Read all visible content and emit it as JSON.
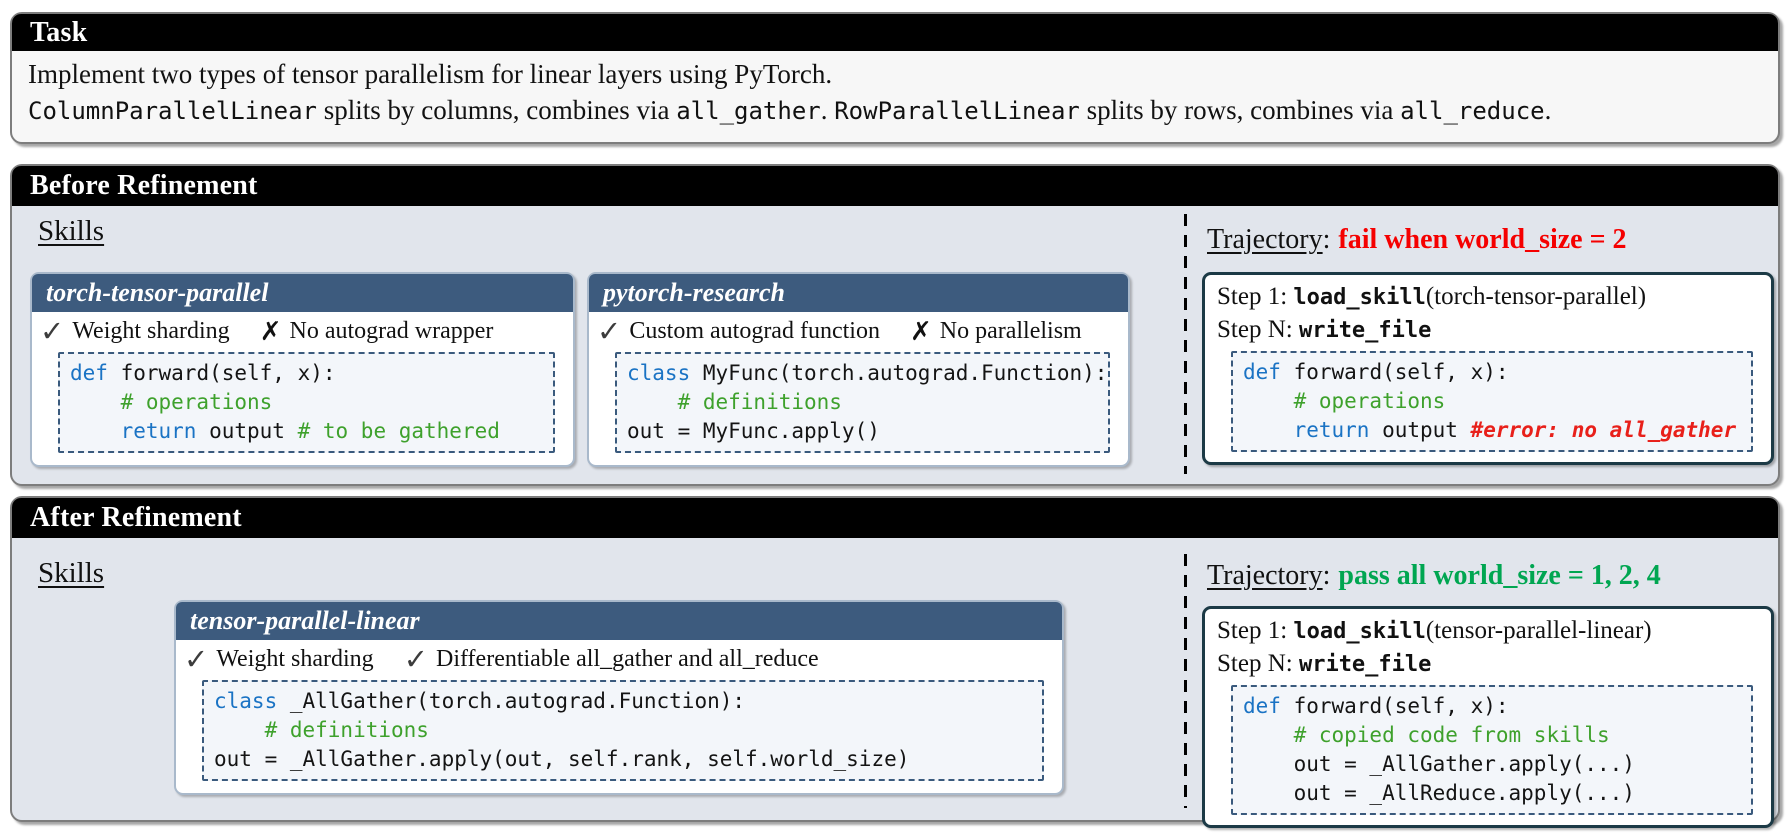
{
  "icons": {
    "check": "✓",
    "cross": "✗"
  },
  "colors": {
    "skill_header_bg": "#3d5b7e",
    "section_bg": "#e1e5ec",
    "keyword_blue": "#1a73c4",
    "comment_green": "#3ea12c",
    "error_red": "#e8201a",
    "fail_red": "#f50000",
    "pass_green": "#00a651"
  },
  "task": {
    "header": "Task",
    "line1": "Implement two types of tensor parallelism for linear layers using PyTorch.",
    "line2": [
      {
        "t": "ColumnParallelLinear",
        "c": "mono"
      },
      {
        "t": " splits by columns, combines via "
      },
      {
        "t": "all_gather",
        "c": "mono"
      },
      {
        "t": ". "
      },
      {
        "t": "RowParallelLinear",
        "c": "mono"
      },
      {
        "t": " splits by rows, combines via "
      },
      {
        "t": "all_reduce",
        "c": "mono"
      },
      {
        "t": "."
      }
    ]
  },
  "before": {
    "header": "Before Refinement",
    "skills_label": "Skills",
    "cards": [
      {
        "title": "torch-tensor-parallel",
        "ticks": [
          {
            "icon": "check",
            "label": "Weight sharding"
          },
          {
            "icon": "cross",
            "label": "No autograd wrapper"
          }
        ],
        "code": [
          [
            {
              "t": "def",
              "c": "kw"
            },
            {
              "t": " forward(self, x):"
            }
          ],
          [
            {
              "t": "    "
            },
            {
              "t": "# operations",
              "c": "cm"
            }
          ],
          [
            {
              "t": "    "
            },
            {
              "t": "return",
              "c": "kw"
            },
            {
              "t": " output "
            },
            {
              "t": "# to be gathered",
              "c": "cm"
            }
          ]
        ]
      },
      {
        "title": "pytorch-research",
        "ticks": [
          {
            "icon": "check",
            "label": "Custom autograd function"
          },
          {
            "icon": "cross",
            "label": "No parallelism"
          }
        ],
        "code": [
          [
            {
              "t": "class",
              "c": "kw"
            },
            {
              "t": " MyFunc(torch.autograd.Function):"
            }
          ],
          [
            {
              "t": "    "
            },
            {
              "t": "# definitions",
              "c": "cm"
            }
          ],
          [
            {
              "t": "out = MyFunc.apply()"
            }
          ]
        ]
      }
    ],
    "trajectory": {
      "label": "Trajectory",
      "separator": ":",
      "status": "fail when world_size = 2",
      "step1": [
        {
          "t": "Step 1: "
        },
        {
          "t": "load_skill",
          "c": "mono"
        },
        {
          "t": "(torch-tensor-parallel)"
        }
      ],
      "stepN": [
        {
          "t": "Step N: "
        },
        {
          "t": "write_file",
          "c": "mono"
        }
      ],
      "code": [
        [
          {
            "t": "def",
            "c": "kw"
          },
          {
            "t": " forward(self, x):"
          }
        ],
        [
          {
            "t": "    "
          },
          {
            "t": "# operations",
            "c": "cm"
          }
        ],
        [
          {
            "t": "    "
          },
          {
            "t": "return",
            "c": "kw"
          },
          {
            "t": " output "
          },
          {
            "t": "#error: no all_gather",
            "c": "err"
          }
        ]
      ]
    }
  },
  "after": {
    "header": "After Refinement",
    "skills_label": "Skills",
    "cards": [
      {
        "title": "tensor-parallel-linear",
        "ticks": [
          {
            "icon": "check",
            "label": "Weight sharding"
          },
          {
            "icon": "check",
            "label": "Differentiable all_gather and all_reduce"
          }
        ],
        "code": [
          [
            {
              "t": "class",
              "c": "kw"
            },
            {
              "t": " _AllGather(torch.autograd.Function):"
            }
          ],
          [
            {
              "t": "    "
            },
            {
              "t": "# definitions",
              "c": "cm"
            }
          ],
          [
            {
              "t": "out = _AllGather.apply(out, self.rank, self.world_size)"
            }
          ]
        ]
      }
    ],
    "trajectory": {
      "label": "Trajectory",
      "separator": ":",
      "status": "pass all world_size = 1, 2, 4",
      "step1": [
        {
          "t": "Step 1: "
        },
        {
          "t": "load_skill",
          "c": "mono"
        },
        {
          "t": "(tensor-parallel-linear)"
        }
      ],
      "stepN": [
        {
          "t": "Step N: "
        },
        {
          "t": "write_file",
          "c": "mono"
        }
      ],
      "code": [
        [
          {
            "t": "def",
            "c": "kw"
          },
          {
            "t": " forward(self, x):"
          }
        ],
        [
          {
            "t": "    "
          },
          {
            "t": "# copied code from skills",
            "c": "cm"
          }
        ],
        [
          {
            "t": "    out = _AllGather.apply(...)"
          }
        ],
        [
          {
            "t": "    out = _AllReduce.apply(...)"
          }
        ]
      ]
    }
  }
}
